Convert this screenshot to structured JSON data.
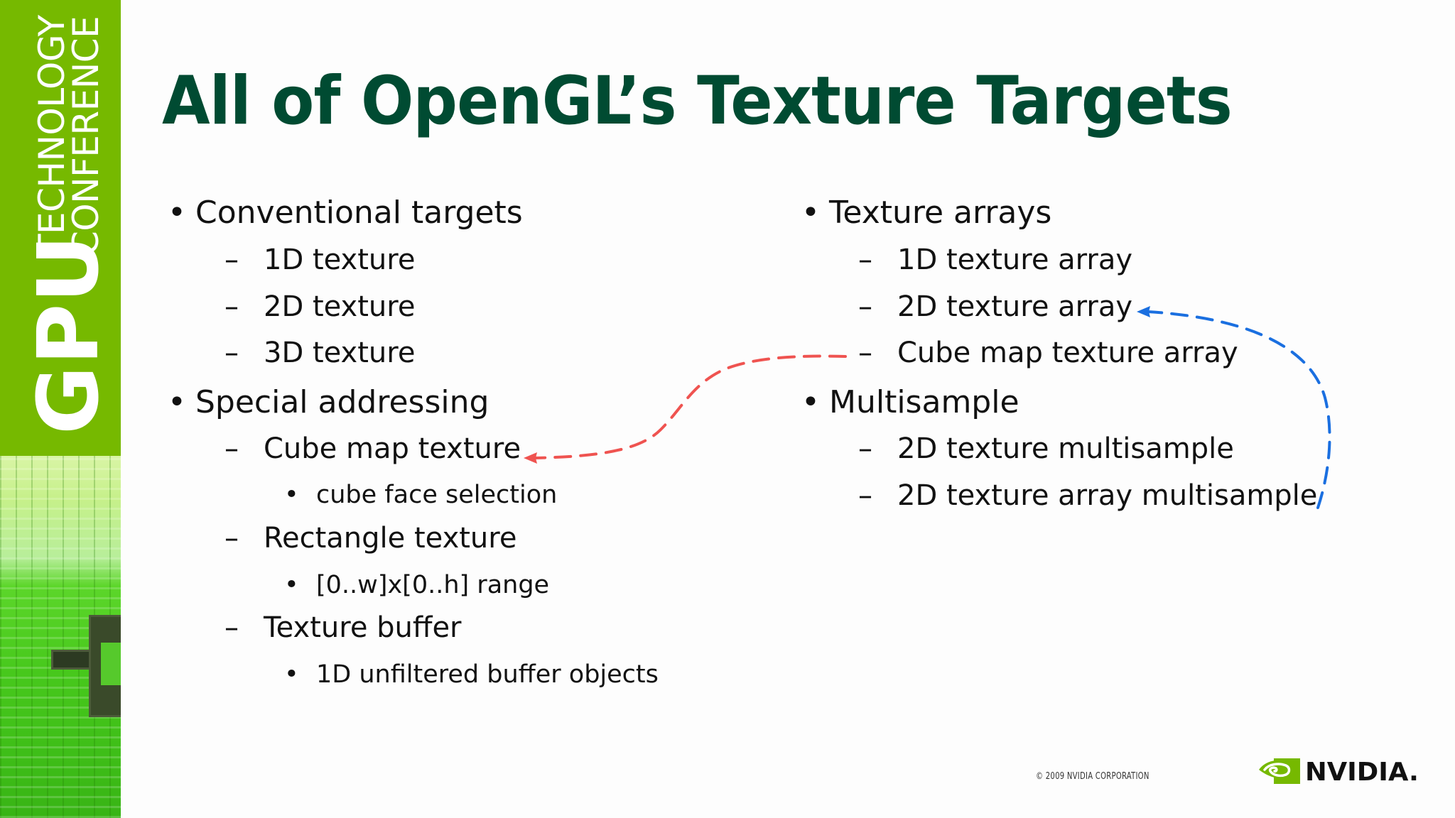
{
  "sidebar": {
    "brand_big": "GPU",
    "brand_line1": "TECHNOLOGY",
    "brand_line2": "CONFERENCE"
  },
  "slide": {
    "title": "All of OpenGL’s Texture Targets",
    "bullet_glyph": "•",
    "dash_glyph": "–",
    "left_column": [
      {
        "level": 1,
        "text": "Conventional targets"
      },
      {
        "level": 2,
        "text": "1D texture"
      },
      {
        "level": 2,
        "text": "2D texture"
      },
      {
        "level": 2,
        "text": "3D texture"
      },
      {
        "level": 1,
        "text": "Special addressing"
      },
      {
        "level": 2,
        "text": "Cube map texture"
      },
      {
        "level": 3,
        "text": "cube face selection"
      },
      {
        "level": 2,
        "text": "Rectangle texture"
      },
      {
        "level": 3,
        "text": "[0..w]x[0..h] range"
      },
      {
        "level": 2,
        "text": "Texture buffer"
      },
      {
        "level": 3,
        "text": "1D unfiltered buffer objects"
      }
    ],
    "right_column": [
      {
        "level": 1,
        "text": "Texture arrays"
      },
      {
        "level": 2,
        "text": "1D texture array"
      },
      {
        "level": 2,
        "text": "2D texture array"
      },
      {
        "level": 2,
        "text": "Cube map texture array"
      },
      {
        "level": 1,
        "text": "Multisample"
      },
      {
        "level": 2,
        "text": "2D texture multisample"
      },
      {
        "level": 2,
        "text": "2D texture array multisample"
      }
    ],
    "arrows": [
      {
        "name": "red-dashed-arrow",
        "from": "Cube map texture array",
        "to": "Cube map texture",
        "color": "#ef5350"
      },
      {
        "name": "blue-dashed-arrow",
        "from": "2D texture array multisample",
        "to": "2D texture array",
        "color": "#1a6fe0"
      }
    ]
  },
  "footer": {
    "copyright": "© 2009 NVIDIA CORPORATION",
    "logo_text": "NVIDIA."
  },
  "colors": {
    "brand_green": "#76b900",
    "title_green": "#004b32",
    "background": "#fdfdfd",
    "text": "#111111"
  }
}
